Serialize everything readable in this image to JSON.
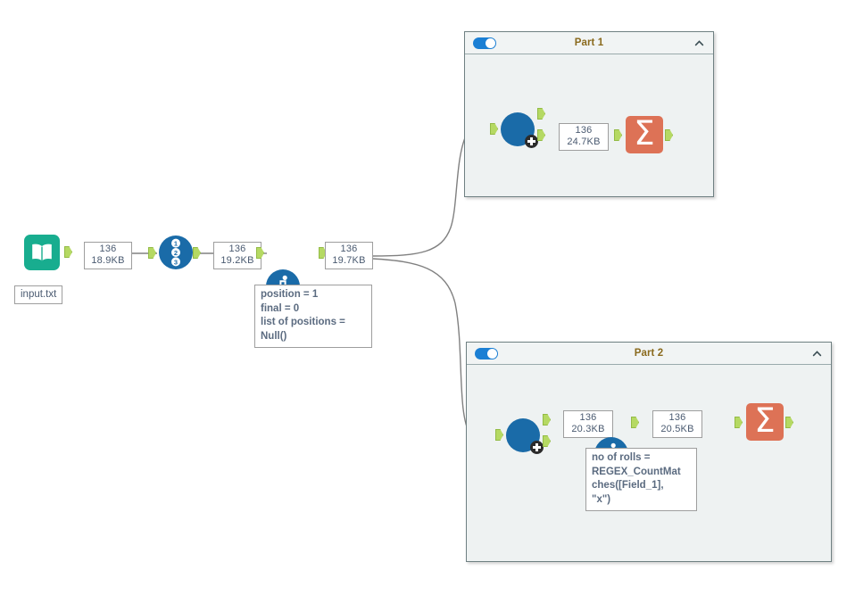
{
  "app": {
    "type": "workflow-canvas",
    "background": "#ffffff"
  },
  "colors": {
    "input_tool": "#18ad8f",
    "blue_tool": "#1a6ba8",
    "summarize_tool": "#dd7256",
    "anchor": "#b5d963",
    "container_fill": "#eef2f2",
    "container_border": "#6f8082",
    "toggle_on": "#1b7fd4",
    "container_title": "#8a6a1d",
    "label_text": "#4a5a70",
    "wire": "#808080"
  },
  "main_stream": {
    "input_tool": {
      "icon": "book-icon",
      "file_label": "input.txt"
    },
    "labels": [
      {
        "rows": "136",
        "size": "18.9KB"
      },
      {
        "rows": "136",
        "size": "19.2KB"
      },
      {
        "rows": "136",
        "size": "19.7KB"
      }
    ],
    "record_id_tool": {
      "icon": "record-id-123-icon"
    },
    "formula_tool": {
      "icon": "flask-icon"
    },
    "annotation": {
      "lines": [
        "position = 1",
        "final = 0",
        "list of positions =",
        "Null()"
      ]
    }
  },
  "containers": [
    {
      "id": "part-1",
      "title": "Part 1",
      "toggle_on": true,
      "collapse_icon": "chevron-up-icon",
      "tools": {
        "macro_tool": {
          "icon": "blue-circle-icon",
          "badge": "plus-badge"
        },
        "summarize_tool": {
          "icon": "sigma-icon"
        }
      },
      "labels": [
        {
          "rows": "136",
          "size": "24.7KB"
        }
      ]
    },
    {
      "id": "part-2",
      "title": "Part 2",
      "toggle_on": true,
      "collapse_icon": "chevron-up-icon",
      "tools": {
        "macro_tool": {
          "icon": "blue-circle-icon",
          "badge": "plus-badge"
        },
        "formula_tool": {
          "icon": "flask-icon"
        },
        "summarize_tool": {
          "icon": "sigma-icon"
        }
      },
      "labels": [
        {
          "rows": "136",
          "size": "20.3KB"
        },
        {
          "rows": "136",
          "size": "20.5KB"
        }
      ],
      "annotation": {
        "lines": [
          "no of rolls =",
          "REGEX_CountMat",
          "ches([Field_1],",
          "\"x\")"
        ]
      }
    }
  ]
}
